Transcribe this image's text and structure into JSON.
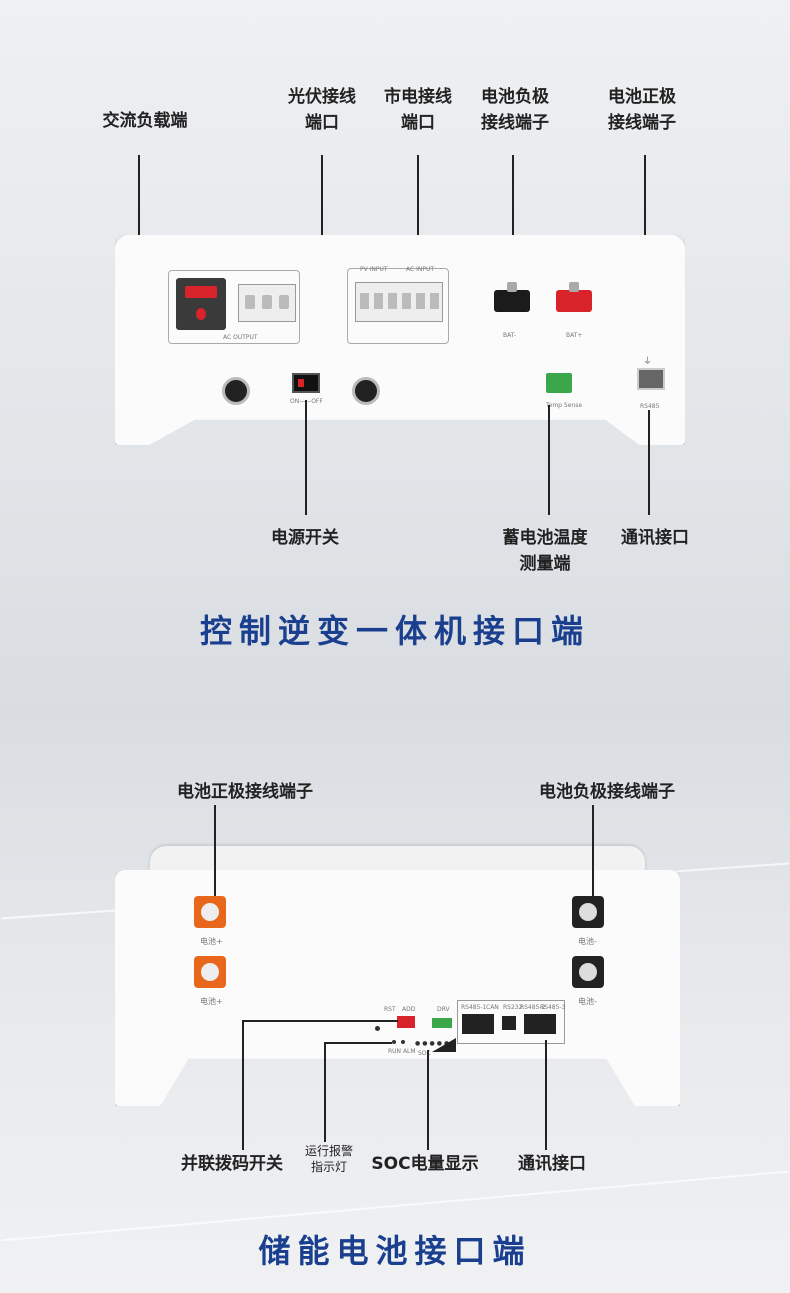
{
  "top": {
    "labels": {
      "ac_load": "交流负载端",
      "pv_port_1": "光伏接线",
      "pv_port_2": "端口",
      "grid_port_1": "市电接线",
      "grid_port_2": "端口",
      "bat_neg_1": "电池负极",
      "bat_neg_2": "接线端子",
      "bat_pos_1": "电池正极",
      "bat_pos_2": "接线端子",
      "power_switch": "电源开关",
      "temp_1": "蓄电池温度",
      "temp_2": "测量端",
      "comm_port": "通讯接口"
    },
    "title": "控制逆变一体机接口端",
    "panel_text": {
      "ac_output": "AC OUTPUT",
      "pv_input": "PV INPUT",
      "ac_input": "AC INPUT",
      "on_off": "ON——OFF",
      "bat_minus": "BAT-",
      "bat_plus": "BAT+",
      "temp_sense": "Temp Sense",
      "rs485": "RS485"
    }
  },
  "bottom": {
    "labels": {
      "bat_pos": "电池正极接线端子",
      "bat_neg": "电池负极接线端子",
      "dip_switch": "并联拨码开关",
      "indicator_1": "运行报警",
      "indicator_2": "指示灯",
      "soc": "SOC电量显示",
      "comm_port": "通讯接口"
    },
    "title": "储能电池接口端",
    "panel_text": {
      "bat_plus": "电池+",
      "bat_minus": "电池-",
      "rst": "RST",
      "add": "ADD",
      "drv": "DRV",
      "run_alm": "RUN ALM",
      "soc": "SOC",
      "rs485_1": "RS485-1",
      "can": "CAN",
      "rs232": "RS232",
      "rs485_2": "RS485-2",
      "rs485_3": "RS485-3"
    }
  },
  "colors": {
    "title": "#1a3f8f",
    "terminal_red": "#d8232a",
    "terminal_orange": "#e8671d",
    "connector_green": "#3aa84a"
  }
}
